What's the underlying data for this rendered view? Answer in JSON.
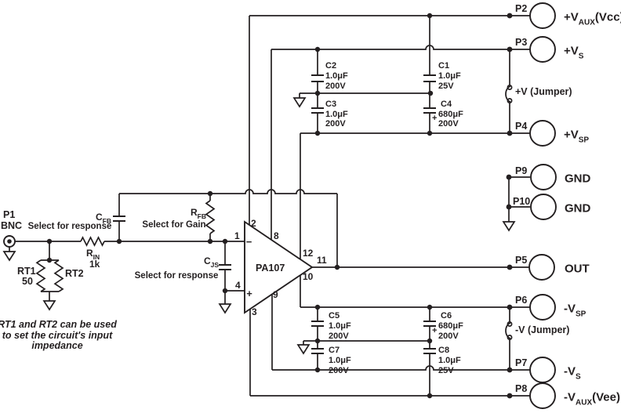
{
  "labels": {
    "p1": "P1",
    "bnc": "BNC",
    "select_response1": "Select for response",
    "select_gain": "Select for Gain",
    "select_response2": "Select for response",
    "cfb_pre": "C",
    "cfb_sub": "FB",
    "rfb_pre": "R",
    "rfb_sub": "FB",
    "rin_pre": "R",
    "rin_sub": "IN",
    "rin_val": "1k",
    "cjs_pre": "C",
    "cjs_sub": "JS",
    "rt1": "RT1",
    "rt1_val": "50",
    "rt2": "RT2",
    "note1": "RT1 and RT2 can be used",
    "note2": "to set the circuit's input",
    "note3": "impedance",
    "minus": "−",
    "plus": "+"
  },
  "opamp": {
    "part": "PA107",
    "pin1": "1",
    "pin2": "2",
    "pin3": "3",
    "pin4": "4",
    "pin8": "8",
    "pin9": "9",
    "pin10": "10",
    "pin11": "11",
    "pin12": "12"
  },
  "capacitors": {
    "C1": {
      "ref": "C1",
      "value": "1.0μF",
      "volt": "25V"
    },
    "C2": {
      "ref": "C2",
      "value": "1.0μF",
      "volt": "200V"
    },
    "C3": {
      "ref": "C3",
      "value": "1.0μF",
      "volt": "200V"
    },
    "C4": {
      "ref": "C4",
      "value": "680μF",
      "volt": "200V",
      "polarity": "+"
    },
    "C5": {
      "ref": "C5",
      "value": "1.0μF",
      "volt": "200V"
    },
    "C6": {
      "ref": "C6",
      "value": "680μF",
      "volt": "200V",
      "polarity": "+"
    },
    "C7": {
      "ref": "C7",
      "value": "1.0μF",
      "volt": "200V"
    },
    "C8": {
      "ref": "C8",
      "value": "1.0μF",
      "volt": "25V"
    }
  },
  "connectors": {
    "P2": {
      "id": "P2",
      "pre": "+V",
      "sub": "AUX",
      "post": "(Vcc)"
    },
    "P3": {
      "id": "P3",
      "pre": "+V",
      "sub": "S",
      "post": ""
    },
    "P4": {
      "id": "P4",
      "pre": "+V",
      "sub": "SP",
      "post": ""
    },
    "P9": {
      "id": "P9",
      "label": "GND"
    },
    "P10": {
      "id": "P10",
      "label": "GND"
    },
    "P5": {
      "id": "P5",
      "label": "OUT"
    },
    "P6": {
      "id": "P6",
      "pre": "-V",
      "sub": "SP",
      "post": ""
    },
    "P7": {
      "id": "P7",
      "pre": "-V",
      "sub": "S",
      "post": ""
    },
    "P8": {
      "id": "P8",
      "pre": "-V",
      "sub": "AUX",
      "post": "(Vee)"
    }
  },
  "jumpers": {
    "pos": "+V (Jumper)",
    "neg": "-V (Jumper)"
  },
  "colors": {
    "ink": "#231f20"
  }
}
